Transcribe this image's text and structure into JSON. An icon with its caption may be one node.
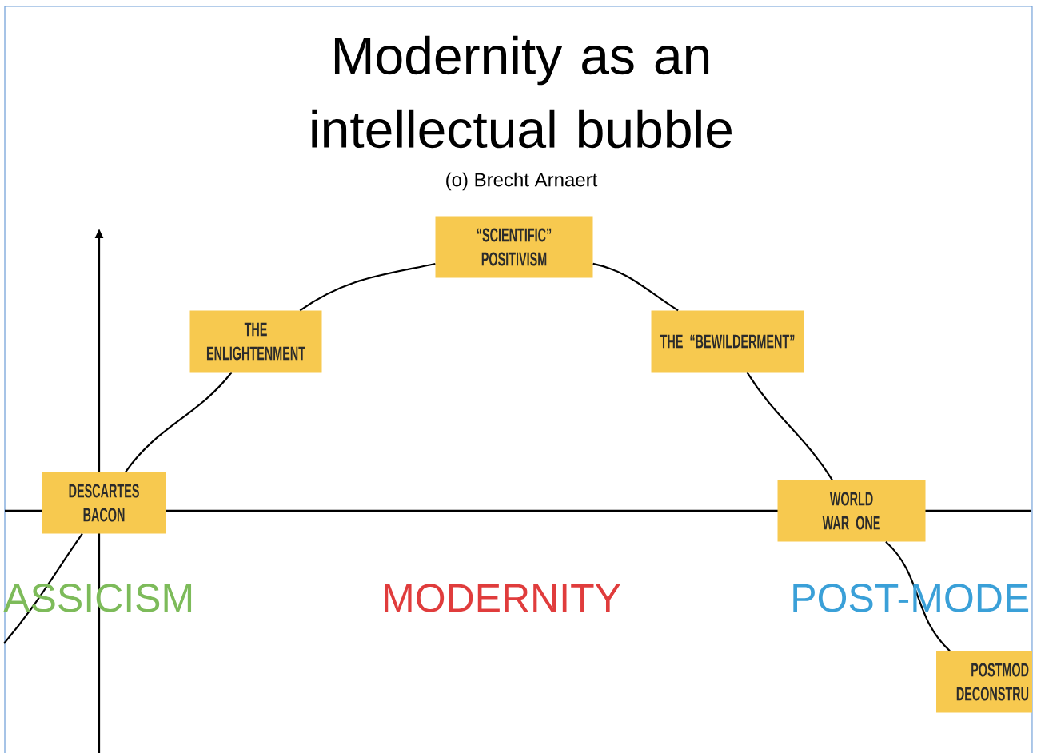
{
  "diagram": {
    "title": "Modernity as an intellectual bubble",
    "nodes": [
      {
        "text": [
          "DESCARTES BACON"
        ]
      },
      {
        "text": [
          "THE ENLIGHTENMENT"
        ]
      },
      {
        "text": [
          "“SCIENTIFIC” POSITIVISM"
        ]
      },
      {
        "text": [
          "THE “BEWILDERMENT”"
        ]
      },
      {
        "text": [
          "WORLD WAR ONE"
        ]
      },
      {
        "text": [
          "POSTMOD DECONSTRU"
        ]
      }
    ],
    "edges": [
      {
        "from": null,
        "to": 0,
        "arrow": "none"
      },
      {
        "from": 0,
        "to": 1,
        "arrow": "none"
      },
      {
        "from": 1,
        "to": 2,
        "arrow": "none"
      },
      {
        "from": 2,
        "to": 3,
        "arrow": "none"
      },
      {
        "from": 3,
        "to": 4,
        "arrow": "none"
      },
      {
        "from": 4,
        "to": 5,
        "arrow": "none"
      }
    ],
    "labels": [
      "(o) Brecht Arnaert",
      "ASSICISM",
      "MODERNITY",
      "POST-MODE"
    ]
  }
}
